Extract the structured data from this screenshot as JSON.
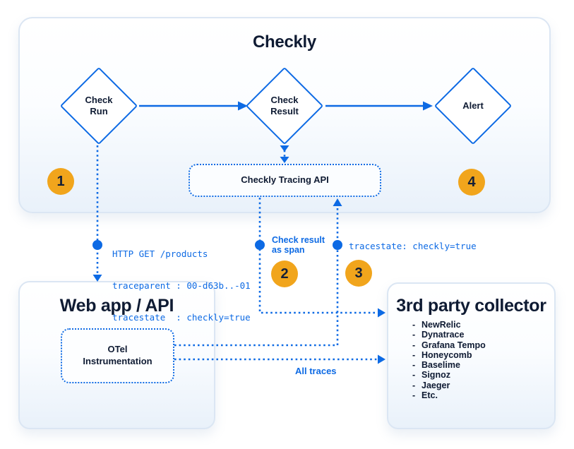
{
  "colors": {
    "blue": "#0d6ae4",
    "navy": "#0f1b33",
    "badge_bg": "#f1a51c",
    "panel_border": "#dbe6f3"
  },
  "checkly_panel": {
    "title": "Checkly"
  },
  "webapp_panel": {
    "title": "Web app / API"
  },
  "collector_panel": {
    "title": "3rd party collector",
    "bullet": "-",
    "items": [
      "NewRelic",
      "Dynatrace",
      "Grafana Tempo",
      "Honeycomb",
      "Baselime",
      "Signoz",
      "Jaeger",
      "Etc."
    ]
  },
  "nodes": {
    "check_run": "Check\nRun",
    "check_result": "Check\nResult",
    "alert": "Alert",
    "tracing_api": "Checkly Tracing API",
    "otel": "OTel\nInstrumentation"
  },
  "badges": {
    "b1": "1",
    "b2": "2",
    "b3": "3",
    "b4": "4"
  },
  "annotations": {
    "http_request": {
      "line1": "HTTP GET /products",
      "line2": "traceparent : 00-d63b..-01",
      "line3": "tracestate  : checkly=true"
    },
    "check_result_span": "Check result\nas span",
    "tracestate": "tracestate: checkly=true",
    "all_traces": "All traces"
  }
}
